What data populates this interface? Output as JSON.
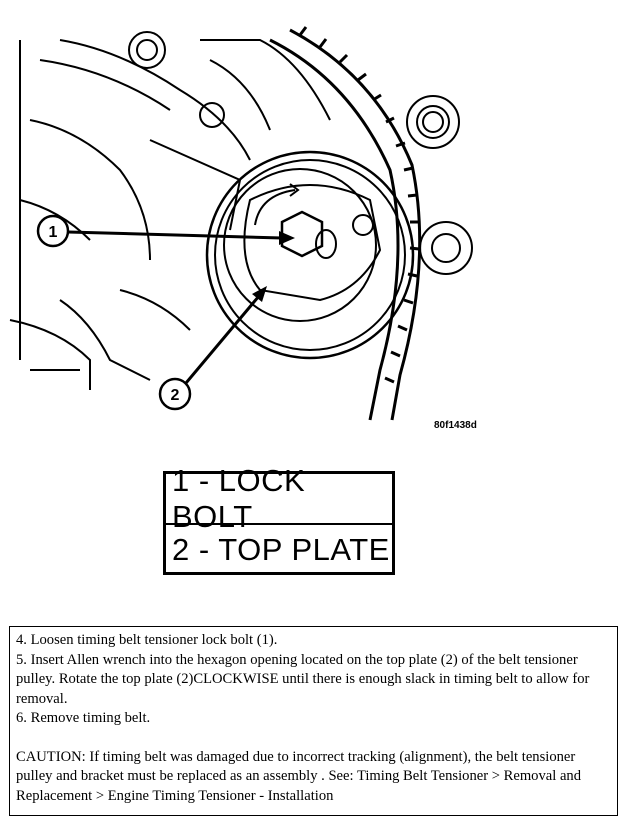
{
  "figure": {
    "callouts": [
      "1",
      "2"
    ],
    "code": "80f1438d"
  },
  "legend": {
    "items": [
      "1 - LOCK BOLT",
      "2 - TOP PLATE"
    ]
  },
  "notes": {
    "steps": [
      "4. Loosen timing belt tensioner lock bolt (1).",
      " 5. Insert Allen wrench into the hexagon opening located on the top plate (2) of the belt tensioner pulley. Rotate the top plate (2)CLOCKWISE until there is enough slack in timing belt to allow for removal.",
      " 6. Remove timing belt."
    ],
    "caution": "CAUTION:  If timing belt was damaged due to incorrect tracking (alignment), the belt tensioner pulley and bracket must be replaced as an assembly . See: Timing Belt Tensioner > Removal and Replacement > Engine Timing Tensioner - Installation"
  }
}
